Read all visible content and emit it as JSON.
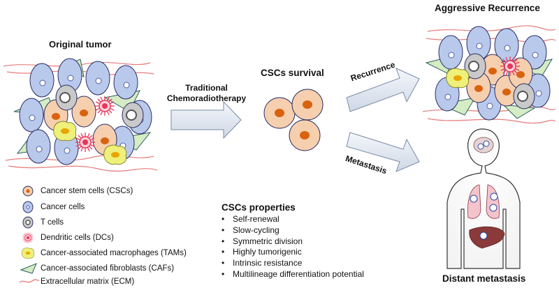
{
  "titles": {
    "original_tumor": "Original  tumor",
    "aggressive_recurrence": "Aggressive Recurrence",
    "cscs_survival": "CSCs survival",
    "distant_metastasis": "Distant metastasis"
  },
  "arrows": {
    "therapy_line1": "Traditional",
    "therapy_line2": "Chemoradiotherapy",
    "recurrence": "Recurrence",
    "metastasis": "Metastasis"
  },
  "legend": [
    {
      "icon": "cancer-stem-cell-icon",
      "label": "Cancer stem cells (CSCs)"
    },
    {
      "icon": "cancer-cell-icon",
      "label": "Cancer cells"
    },
    {
      "icon": "t-cell-icon",
      "label": "T cells"
    },
    {
      "icon": "dendritic-cell-icon",
      "label": "Dendritic cells (DCs)"
    },
    {
      "icon": "macrophage-icon",
      "label": "Cancer-associated macrophages (TAMs)"
    },
    {
      "icon": "fibroblast-icon",
      "label": "Cancer-associated fibroblasts (CAFs)"
    },
    {
      "icon": "ecm-fiber-icon",
      "label": "Extracellular matrix (ECM)"
    }
  ],
  "properties": {
    "heading": "CSCs properties",
    "items": [
      "Self-renewal",
      "Slow-cycling",
      "Symmetric division",
      "Highly tumorigenic",
      "Intrinsic resistance",
      "Multilineage differentiation potential"
    ]
  },
  "colors": {
    "csc_fill": "#f6cfae",
    "csc_nucleus": "#d9620f",
    "cancer_fill": "#b9c9ec",
    "tcell_fill": "#c9c9c9",
    "fibroblast": "#d5ecc4",
    "ecm": "#e67c7c",
    "dc": "#e8365a",
    "macrophage": "#eef07a",
    "arrow_fill": "#dfe6f1"
  }
}
